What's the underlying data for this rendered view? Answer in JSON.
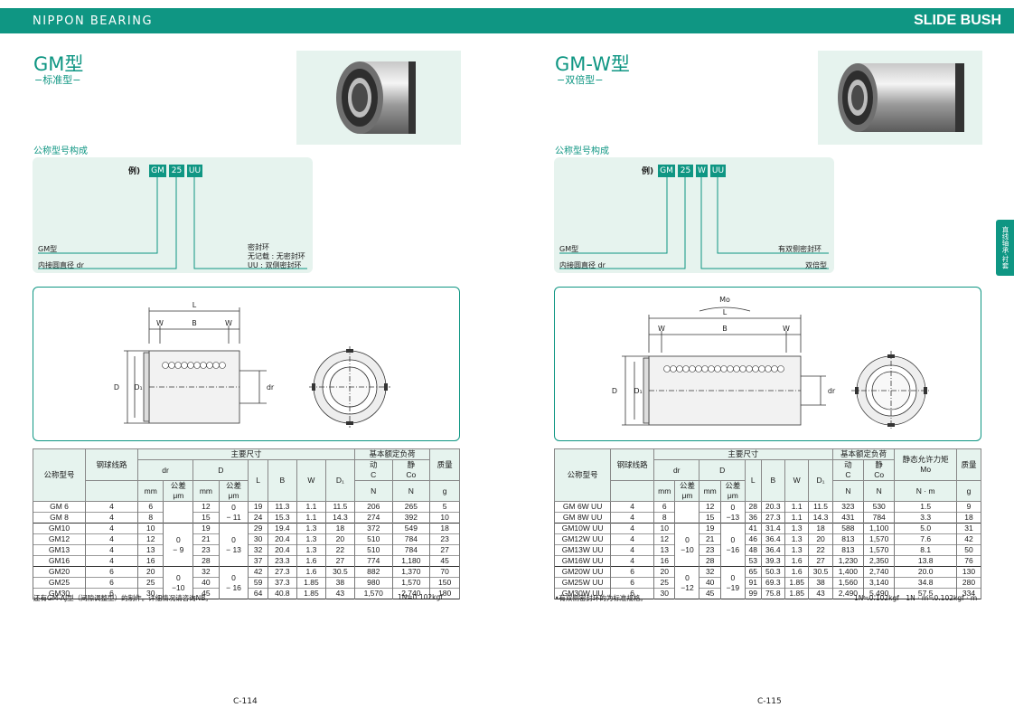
{
  "header": {
    "brand": "NIPPON BEARING",
    "section": "SLIDE BUSH",
    "accent": "#0f9683"
  },
  "side_tab": "直线轴承·衬套",
  "left": {
    "title": "GM型",
    "subtitle": "−标准型−",
    "code_section": "公称型号构成",
    "code": {
      "example_prefix": "例)",
      "tags": [
        "GM",
        "25",
        "UU"
      ],
      "label_type": "GM型",
      "label_dia": "内接圆直径 dr",
      "label_seal": "密封环",
      "label_seal_none": "无记载 : 无密封环",
      "label_seal_uu": "UU : 双侧密封环"
    },
    "diagram": {
      "L": "L",
      "W": "W",
      "B": "B",
      "D": "D",
      "D1": "D₁",
      "dr": "dr"
    },
    "table": {
      "h_name": "公称型号",
      "h_rows": "钢球线路",
      "h_main": "主要尺寸",
      "h_dr": "dr",
      "h_D": "D",
      "h_tol": "公差",
      "h_L": "L",
      "h_B": "B",
      "h_W": "W",
      "h_D1": "D₁",
      "h_load": "基本额定负荷",
      "h_dyn": "动",
      "h_sta": "静",
      "h_C": "C",
      "h_Co": "Co",
      "h_mass": "质量",
      "u_mm": "mm",
      "u_um": "μm",
      "u_N": "N",
      "u_g": "g",
      "rows": [
        {
          "name": "GM 6",
          "rows": "4",
          "dr": "6",
          "D": "12",
          "L": "19",
          "B": "11.3",
          "W": "1.1",
          "D1": "11.5",
          "C": "206",
          "Co": "265",
          "m": "5"
        },
        {
          "name": "GM 8",
          "rows": "4",
          "dr": "8",
          "D": "15",
          "L": "24",
          "B": "15.3",
          "W": "1.1",
          "D1": "14.3",
          "C": "274",
          "Co": "392",
          "m": "10"
        },
        {
          "name": "GM10",
          "rows": "4",
          "dr": "10",
          "D": "19",
          "L": "29",
          "B": "19.4",
          "W": "1.3",
          "D1": "18",
          "C": "372",
          "Co": "549",
          "m": "18"
        },
        {
          "name": "GM12",
          "rows": "4",
          "dr": "12",
          "D": "21",
          "L": "30",
          "B": "20.4",
          "W": "1.3",
          "D1": "20",
          "C": "510",
          "Co": "784",
          "m": "23"
        },
        {
          "name": "GM13",
          "rows": "4",
          "dr": "13",
          "D": "23",
          "L": "32",
          "B": "20.4",
          "W": "1.3",
          "D1": "22",
          "C": "510",
          "Co": "784",
          "m": "27"
        },
        {
          "name": "GM16",
          "rows": "4",
          "dr": "16",
          "D": "28",
          "L": "37",
          "B": "23.3",
          "W": "1.6",
          "D1": "27",
          "C": "774",
          "Co": "1,180",
          "m": "45"
        },
        {
          "name": "GM20",
          "rows": "6",
          "dr": "20",
          "D": "32",
          "L": "42",
          "B": "27.3",
          "W": "1.6",
          "D1": "30.5",
          "C": "882",
          "Co": "1,370",
          "m": "70"
        },
        {
          "name": "GM25",
          "rows": "6",
          "dr": "25",
          "D": "40",
          "L": "59",
          "B": "37.3",
          "W": "1.85",
          "D1": "38",
          "C": "980",
          "Co": "1,570",
          "m": "150"
        },
        {
          "name": "GM30",
          "rows": "6",
          "dr": "30",
          "D": "45",
          "L": "64",
          "B": "40.8",
          "W": "1.85",
          "D1": "43",
          "C": "1,570",
          "Co": "2,740",
          "m": "180"
        }
      ],
      "tol_dr": [
        "0",
        "− 9",
        "0",
        "−10"
      ],
      "tol_D": [
        "0",
        "− 11",
        "0",
        "− 13",
        "0",
        "− 16"
      ]
    },
    "note": "还有GM-AJ型（间隙调整型）的制作。详细情况请咨询NB。",
    "unit_note": "1N≒0.102kgf",
    "page": "C-114"
  },
  "right": {
    "title": "GM-W型",
    "subtitle": "−双倍型−",
    "code_section": "公称型号构成",
    "code": {
      "example_prefix": "例)",
      "tags": [
        "GM",
        "25",
        "W",
        "UU"
      ],
      "label_type": "GM型",
      "label_dia": "内接圆直径 dr",
      "label_seal": "有双侧密封环",
      "label_double": "双倍型"
    },
    "diagram": {
      "Mo": "Mo",
      "L": "L",
      "W": "W",
      "B": "B",
      "D": "D",
      "D1": "D₁",
      "dr": "dr"
    },
    "table": {
      "h_name": "公称型号",
      "h_rows": "钢球线路",
      "h_main": "主要尺寸",
      "h_dr": "dr",
      "h_D": "D",
      "h_tol": "公差",
      "h_L": "L",
      "h_B": "B",
      "h_W": "W",
      "h_D1": "D₁",
      "h_load": "基本额定负荷",
      "h_dyn": "动",
      "h_sta": "静",
      "h_C": "C",
      "h_Co": "Co",
      "h_moment": "静态允许力矩",
      "h_Mo": "Mo",
      "h_mass": "质量",
      "u_mm": "mm",
      "u_um": "μm",
      "u_N": "N",
      "u_Nm": "N · m",
      "u_g": "g",
      "rows": [
        {
          "name": "GM 6W UU",
          "rows": "4",
          "dr": "6",
          "D": "12",
          "L": "28",
          "B": "20.3",
          "W": "1.1",
          "D1": "11.5",
          "C": "323",
          "Co": "530",
          "Mo": "1.5",
          "m": "9"
        },
        {
          "name": "GM 8W UU",
          "rows": "4",
          "dr": "8",
          "D": "15",
          "L": "36",
          "B": "27.3",
          "W": "1.1",
          "D1": "14.3",
          "C": "431",
          "Co": "784",
          "Mo": "3.3",
          "m": "18"
        },
        {
          "name": "GM10W UU",
          "rows": "4",
          "dr": "10",
          "D": "19",
          "L": "41",
          "B": "31.4",
          "W": "1.3",
          "D1": "18",
          "C": "588",
          "Co": "1,100",
          "Mo": "5.0",
          "m": "31"
        },
        {
          "name": "GM12W UU",
          "rows": "4",
          "dr": "12",
          "D": "21",
          "L": "46",
          "B": "36.4",
          "W": "1.3",
          "D1": "20",
          "C": "813",
          "Co": "1,570",
          "Mo": "7.6",
          "m": "42"
        },
        {
          "name": "GM13W UU",
          "rows": "4",
          "dr": "13",
          "D": "23",
          "L": "48",
          "B": "36.4",
          "W": "1.3",
          "D1": "22",
          "C": "813",
          "Co": "1,570",
          "Mo": "8.1",
          "m": "50"
        },
        {
          "name": "GM16W UU",
          "rows": "4",
          "dr": "16",
          "D": "28",
          "L": "53",
          "B": "39.3",
          "W": "1.6",
          "D1": "27",
          "C": "1,230",
          "Co": "2,350",
          "Mo": "13.8",
          "m": "76"
        },
        {
          "name": "GM20W UU",
          "rows": "6",
          "dr": "20",
          "D": "32",
          "L": "65",
          "B": "50.3",
          "W": "1.6",
          "D1": "30.5",
          "C": "1,400",
          "Co": "2,740",
          "Mo": "20.0",
          "m": "130"
        },
        {
          "name": "GM25W UU",
          "rows": "6",
          "dr": "25",
          "D": "40",
          "L": "91",
          "B": "69.3",
          "W": "1.85",
          "D1": "38",
          "C": "1,560",
          "Co": "3,140",
          "Mo": "34.8",
          "m": "280"
        },
        {
          "name": "GM30W UU",
          "rows": "6",
          "dr": "30",
          "D": "45",
          "L": "99",
          "B": "75.8",
          "W": "1.85",
          "D1": "43",
          "C": "2,490",
          "Co": "5,490",
          "Mo": "57.5",
          "m": "334"
        }
      ],
      "tol_dr": [
        "0",
        "−10",
        "0",
        "−12"
      ],
      "tol_D": [
        "0",
        "−13",
        "0",
        "−16",
        "0",
        "−19"
      ]
    },
    "note": "•有双侧密封环的为标准规格。",
    "unit_note": "1N≒0.102kgf　1N · m≒0.102kgf · m",
    "page": "C-115"
  }
}
